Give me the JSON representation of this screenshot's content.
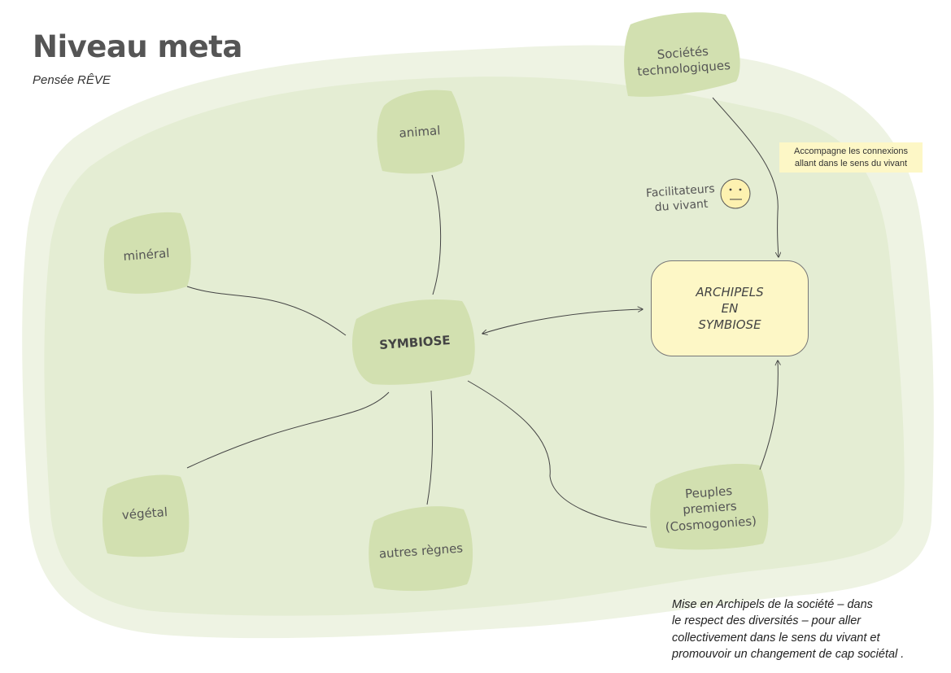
{
  "header": {
    "title": "Niveau meta",
    "subtitle": "Pensée RÊVE"
  },
  "nodes": {
    "animal": "animal",
    "mineral": "minéral",
    "symbiose": "SYMBIOSE",
    "vegetal": "végétal",
    "autres_regnes": "autres règnes",
    "peuples_premiers": "Peuples\npremiers\n(Cosmogonies)",
    "societes": "Sociétés\ntechnologiques",
    "archipels": "ARCHIPELS\nEN\nSYMBIOSE"
  },
  "facilitateurs": "Facilitateurs\ndu vivant",
  "note": "Accompagne les connexions\nallant dans le sens du vivant",
  "caption": "Mise en Archipels de la société – dans\nle respect des diversités – pour aller\ncollectivement dans le sens du vivant et\npromouvoir un changement de cap sociétal .",
  "colors": {
    "outer_area": "#eef3e3",
    "inner_area": "#e4edd3",
    "blob": "#d2e0b0",
    "highlight": "#fdf7c6",
    "line": "#444444"
  }
}
